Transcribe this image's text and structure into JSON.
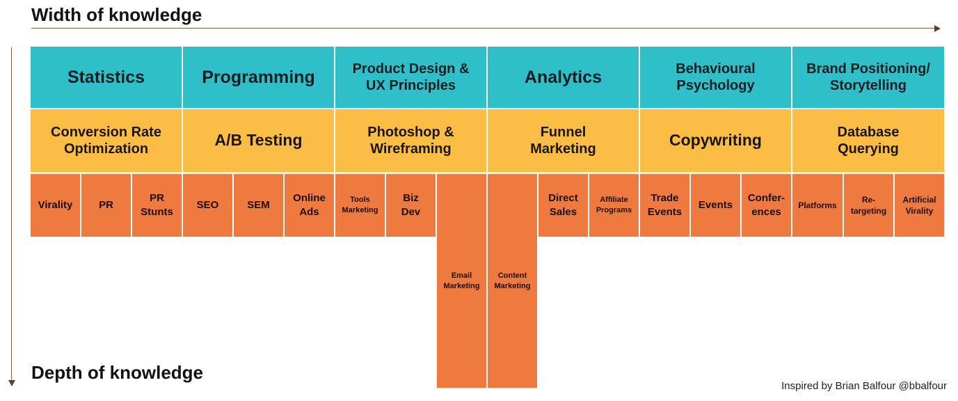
{
  "axes": {
    "width_title": "Width of knowledge",
    "depth_title": "Depth of knowledge"
  },
  "credit": "Inspired by Brian Balfour @bbalfour",
  "colors": {
    "teal": "#2fbfc9",
    "yellow": "#fbbd44",
    "orange": "#ef7a40",
    "arrow": "#7a5a44"
  },
  "top_row": [
    "Statistics",
    "Programming",
    "Product Design &\nUX Principles",
    "Analytics",
    "Behavioural\nPsychology",
    "Brand Positioning/\nStorytelling"
  ],
  "middle_row": [
    "Conversion Rate\nOptimization",
    "A/B Testing",
    "Photoshop &\nWireframing",
    "Funnel\nMarketing",
    "Copywriting",
    "Database\nQuerying"
  ],
  "bottom_row": [
    "Virality",
    "PR",
    "PR\nStunts",
    "SEO",
    "SEM",
    "Online\nAds",
    "Tools\nMarketing",
    "Biz\nDev",
    "Email\nMarketing",
    "Content\nMarketing",
    "Direct\nSales",
    "Affiliate\nPrograms",
    "Trade\nEvents",
    "Events",
    "Confer-\nences",
    "Platforms",
    "Re-\ntargeting",
    "Artificial\nVirality"
  ]
}
